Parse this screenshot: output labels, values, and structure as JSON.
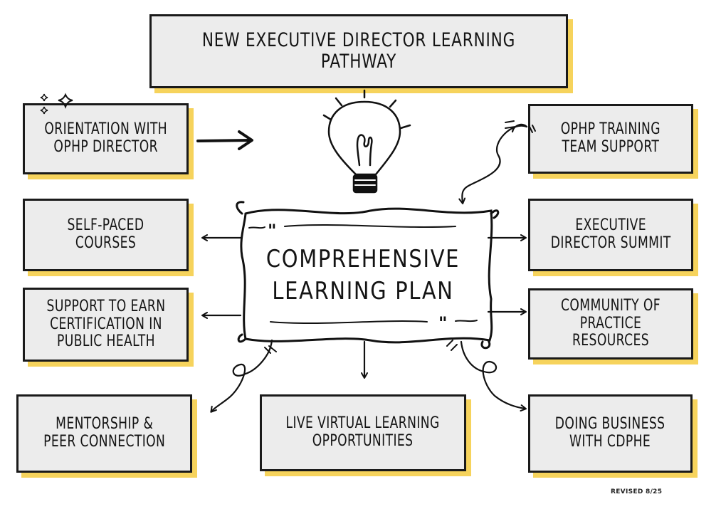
{
  "title": "NEW EXECUTIVE DIRECTOR LEARNING PATHWAY",
  "center": "COMPREHENSIVE\nLEARNING PLAN",
  "nodes": {
    "orientation": "ORIENTATION WITH\nOPHP DIRECTOR",
    "training_team": "OPHP TRAINING\nTEAM SUPPORT",
    "self_paced": "SELF-PACED COURSES",
    "summit": "EXECUTIVE\nDIRECTOR SUMMIT",
    "certification": "SUPPORT TO EARN\nCERTIFICATION IN\nPUBLIC HEALTH",
    "community": "COMMUNITY OF\nPRACTICE RESOURCES",
    "mentorship": "MENTORSHIP &\nPEER CONNECTION",
    "virtual": "LIVE VIRTUAL LEARNING\nOPPORTUNITIES",
    "business": "DOING BUSINESS\nWITH CDPHE"
  },
  "footer": "REVISED 8/25",
  "colors": {
    "box_fill": "#ececec",
    "shadow": "#f6d35c",
    "ink": "#1a1a1a"
  }
}
